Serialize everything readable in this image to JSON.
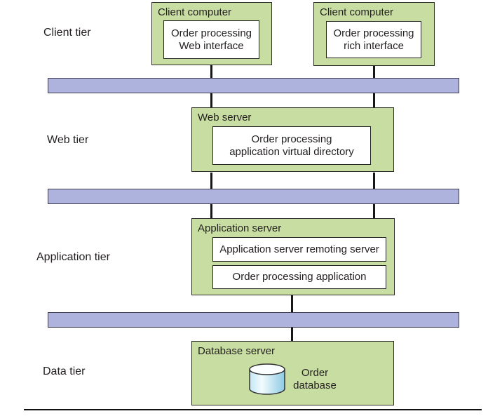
{
  "figure": {
    "tier_labels": {
      "client": "Client tier",
      "web": "Web tier",
      "application": "Application tier",
      "data": "Data tier"
    },
    "nodes": {
      "client_left": {
        "title": "Client computer",
        "component": "Order processing\nWeb interface"
      },
      "client_right": {
        "title": "Client computer",
        "component": "Order processing\nrich interface"
      },
      "web_server": {
        "title": "Web server",
        "component": "Order processing\napplication virtual directory"
      },
      "app_server": {
        "title": "Application server",
        "component_top": "Application server remoting server",
        "component_bottom": "Order processing application"
      },
      "db_server": {
        "title": "Database server",
        "database_label": "Order\ndatabase",
        "database_icon": "database-cylinder-icon"
      }
    },
    "colors": {
      "node_green": "#c8dda1",
      "bus_purple": "#adb3dc",
      "box_border": "#2e2d2c",
      "text": "#231f20",
      "cylinder_light": "#f2fbfe",
      "cylinder_dark": "#97cfe7"
    }
  }
}
